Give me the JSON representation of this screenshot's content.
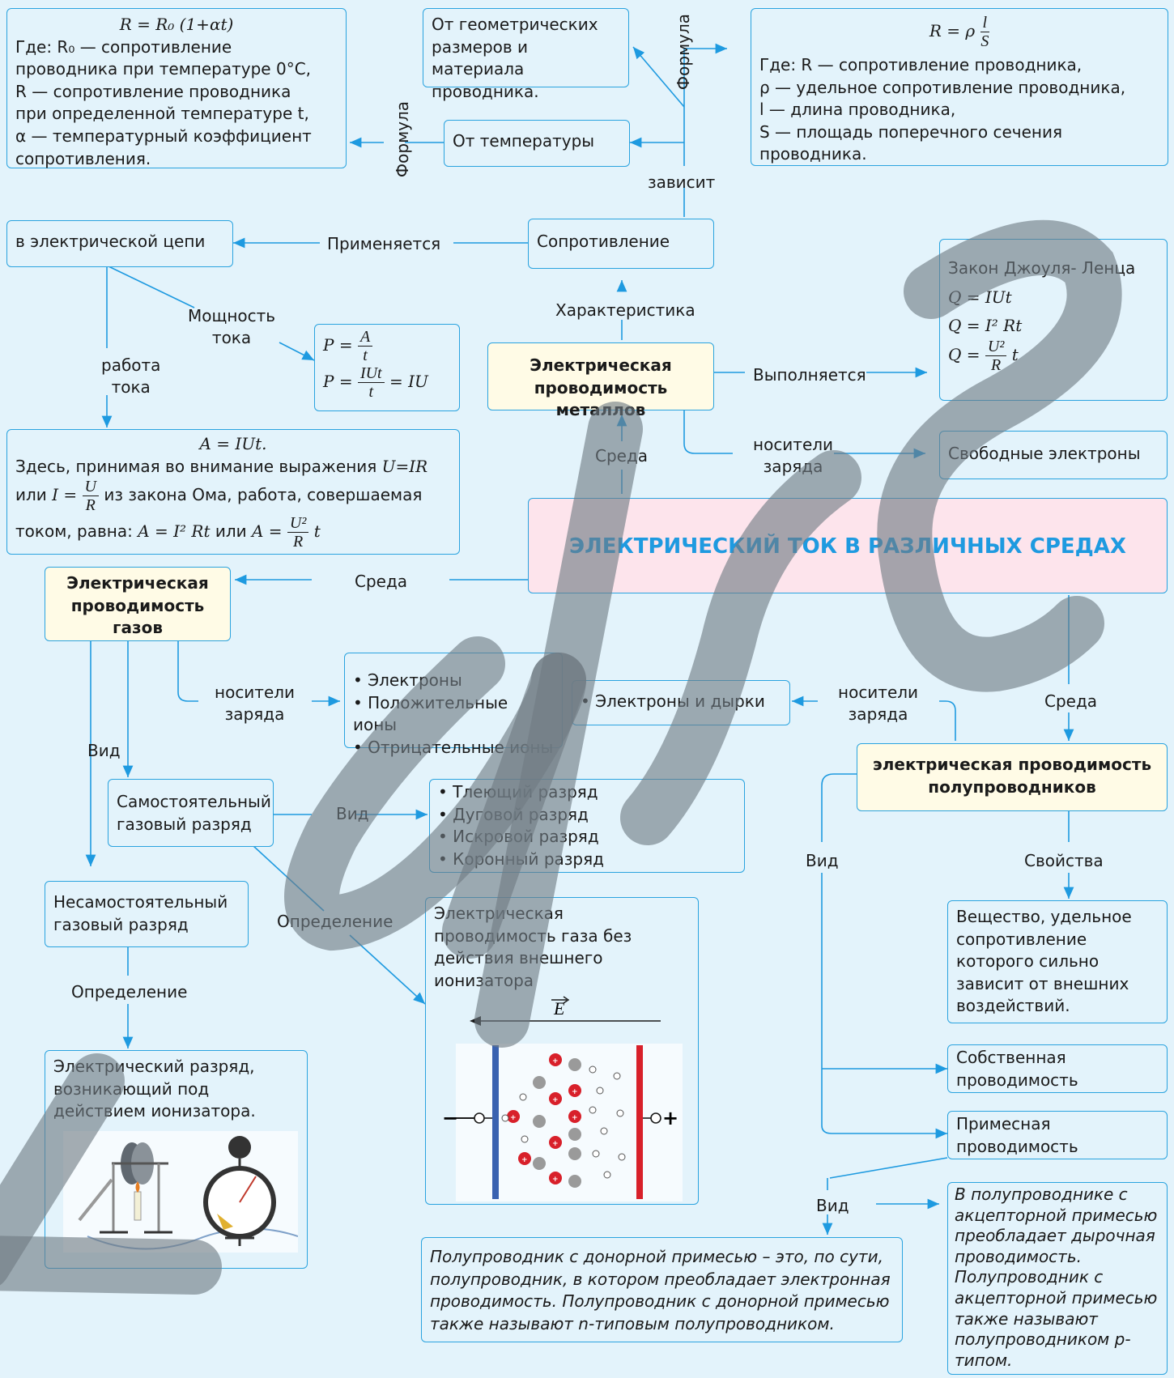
{
  "temp_formula": {
    "formula": "R = R₀ (1+αt)",
    "line1": "Где: R₀ — сопротивление",
    "line2": "проводника при температуре 0°С,",
    "line3": "R — сопротивление проводника",
    "line4": "при определенной температуре t,",
    "line5": "α — температурный коэффициент",
    "line6": "сопротивления."
  },
  "geom": {
    "text": "От геометрических размеров и материала проводника."
  },
  "geom_formula": {
    "lhs": "R = ρ",
    "num": "l",
    "den": "S",
    "line1": "Где: R — сопротивление проводника,",
    "line2": "ρ — удельное сопротивление проводника,",
    "line3": "l — длина проводника,",
    "line4": "S — площадь поперечного сечения",
    "line5": "проводника."
  },
  "from_temp": "От температуры",
  "labels": {
    "formula1": "Формула",
    "formula2": "Формула",
    "depends": "зависит",
    "applied": "Применяется",
    "characteristic": "Характеристика",
    "power_l1": "Мощность",
    "power_l2": "тока",
    "work_l1": "работа",
    "work_l2": "тока",
    "performed": "Выполняется",
    "carriers1_l1": "носители",
    "carriers1_l2": "заряда",
    "medium1": "Среда",
    "medium2": "Среда",
    "medium3": "Среда",
    "carriers2_l1": "носители",
    "carriers2_l2": "заряда",
    "carriers3_l1": "носители",
    "carriers3_l2": "заряда",
    "kind1": "Вид",
    "kind2": "Вид",
    "kind3": "Вид",
    "kind4": "Вид",
    "definition1": "Определение",
    "definition2": "Определение",
    "properties": "Свойства"
  },
  "resistance": "Сопротивление",
  "circuit": "в электрической цепи",
  "power_formula": {
    "p1": "P =",
    "n1": "A",
    "d1": "t",
    "p2": "P =",
    "n2": "IUt",
    "d2": "t",
    "p2r": "= IU"
  },
  "metals": "Электрическая проводимость металлов",
  "joule": {
    "title": "Закон Джоуля- Ленца",
    "f1": "Q = IUt",
    "f2": "Q = I² Rt",
    "f3l": "Q =",
    "f3n": "U²",
    "f3d": "R",
    "f3r": "t"
  },
  "free_electrons": "Свободные электроны",
  "work_box": {
    "formula": "A = IUt.",
    "line1": "Здесь, принимая во внимание выражения",
    "ur": "U=IR",
    "line2a": "или",
    "ieq": "I =",
    "un": "U",
    "ud": "R",
    "line2b": "из закона Ома, работа, совершаемая",
    "line3a": "током, равна:",
    "f1": "A = I² Rt",
    "or": "или",
    "f2l": "A =",
    "f2n": "U²",
    "f2d": "R",
    "f2r": "t"
  },
  "main_title": "ЭЛЕКТРИЧЕСКИЙ ТОК В РАЗЛИЧНЫХ СРЕДАХ",
  "gases": "Электрическая проводимость газов",
  "gas_carriers": [
    "• Электроны",
    "• Положительные ионы",
    "• Отрицательные ионы"
  ],
  "semi_carriers": "• Электроны и дырки",
  "semiconductors": "электрическая проводимость полупроводников",
  "self_discharge": "Самостоятельный газовый разряд",
  "discharge_types": [
    "• Тлеющий разряд",
    "• Дуговой разряд",
    "• Искровой разряд",
    "• Коронный разряд"
  ],
  "nonself_discharge": "Несамостоятельный газовый разряд",
  "self_def": "Электрическая проводимость газа без действия внешнего ионизатора",
  "field_label": "E",
  "electrode_minus": "−",
  "electrode_plus": "+",
  "ion_sign": "+",
  "nonself_def": "Электрический разряд, возникающий под действием ионизатора.",
  "semi_def": "Вещество, удельное сопротивление которого сильно зависит от внешних воздействий.",
  "intrinsic": "Собственная проводимость",
  "impurity": "Примесная проводимость",
  "donor": "Полупроводник с донорной примесью – это, по сути, полупроводник, в котором преобладает электронная проводимость. Полупроводник с донорной примесью также называют n-типовым полупроводником.",
  "acceptor": "В полупроводнике с акцепторной примесью преобладает дырочная проводимость. Полупроводник с акцепторной примесью также называют полупроводником p-типом.",
  "colors": {
    "line": "#1e9ae0",
    "bg": "#e3f3fb",
    "title": "#1e9ae0",
    "yellow": "#fffbe6",
    "pink": "#fde4ec"
  }
}
